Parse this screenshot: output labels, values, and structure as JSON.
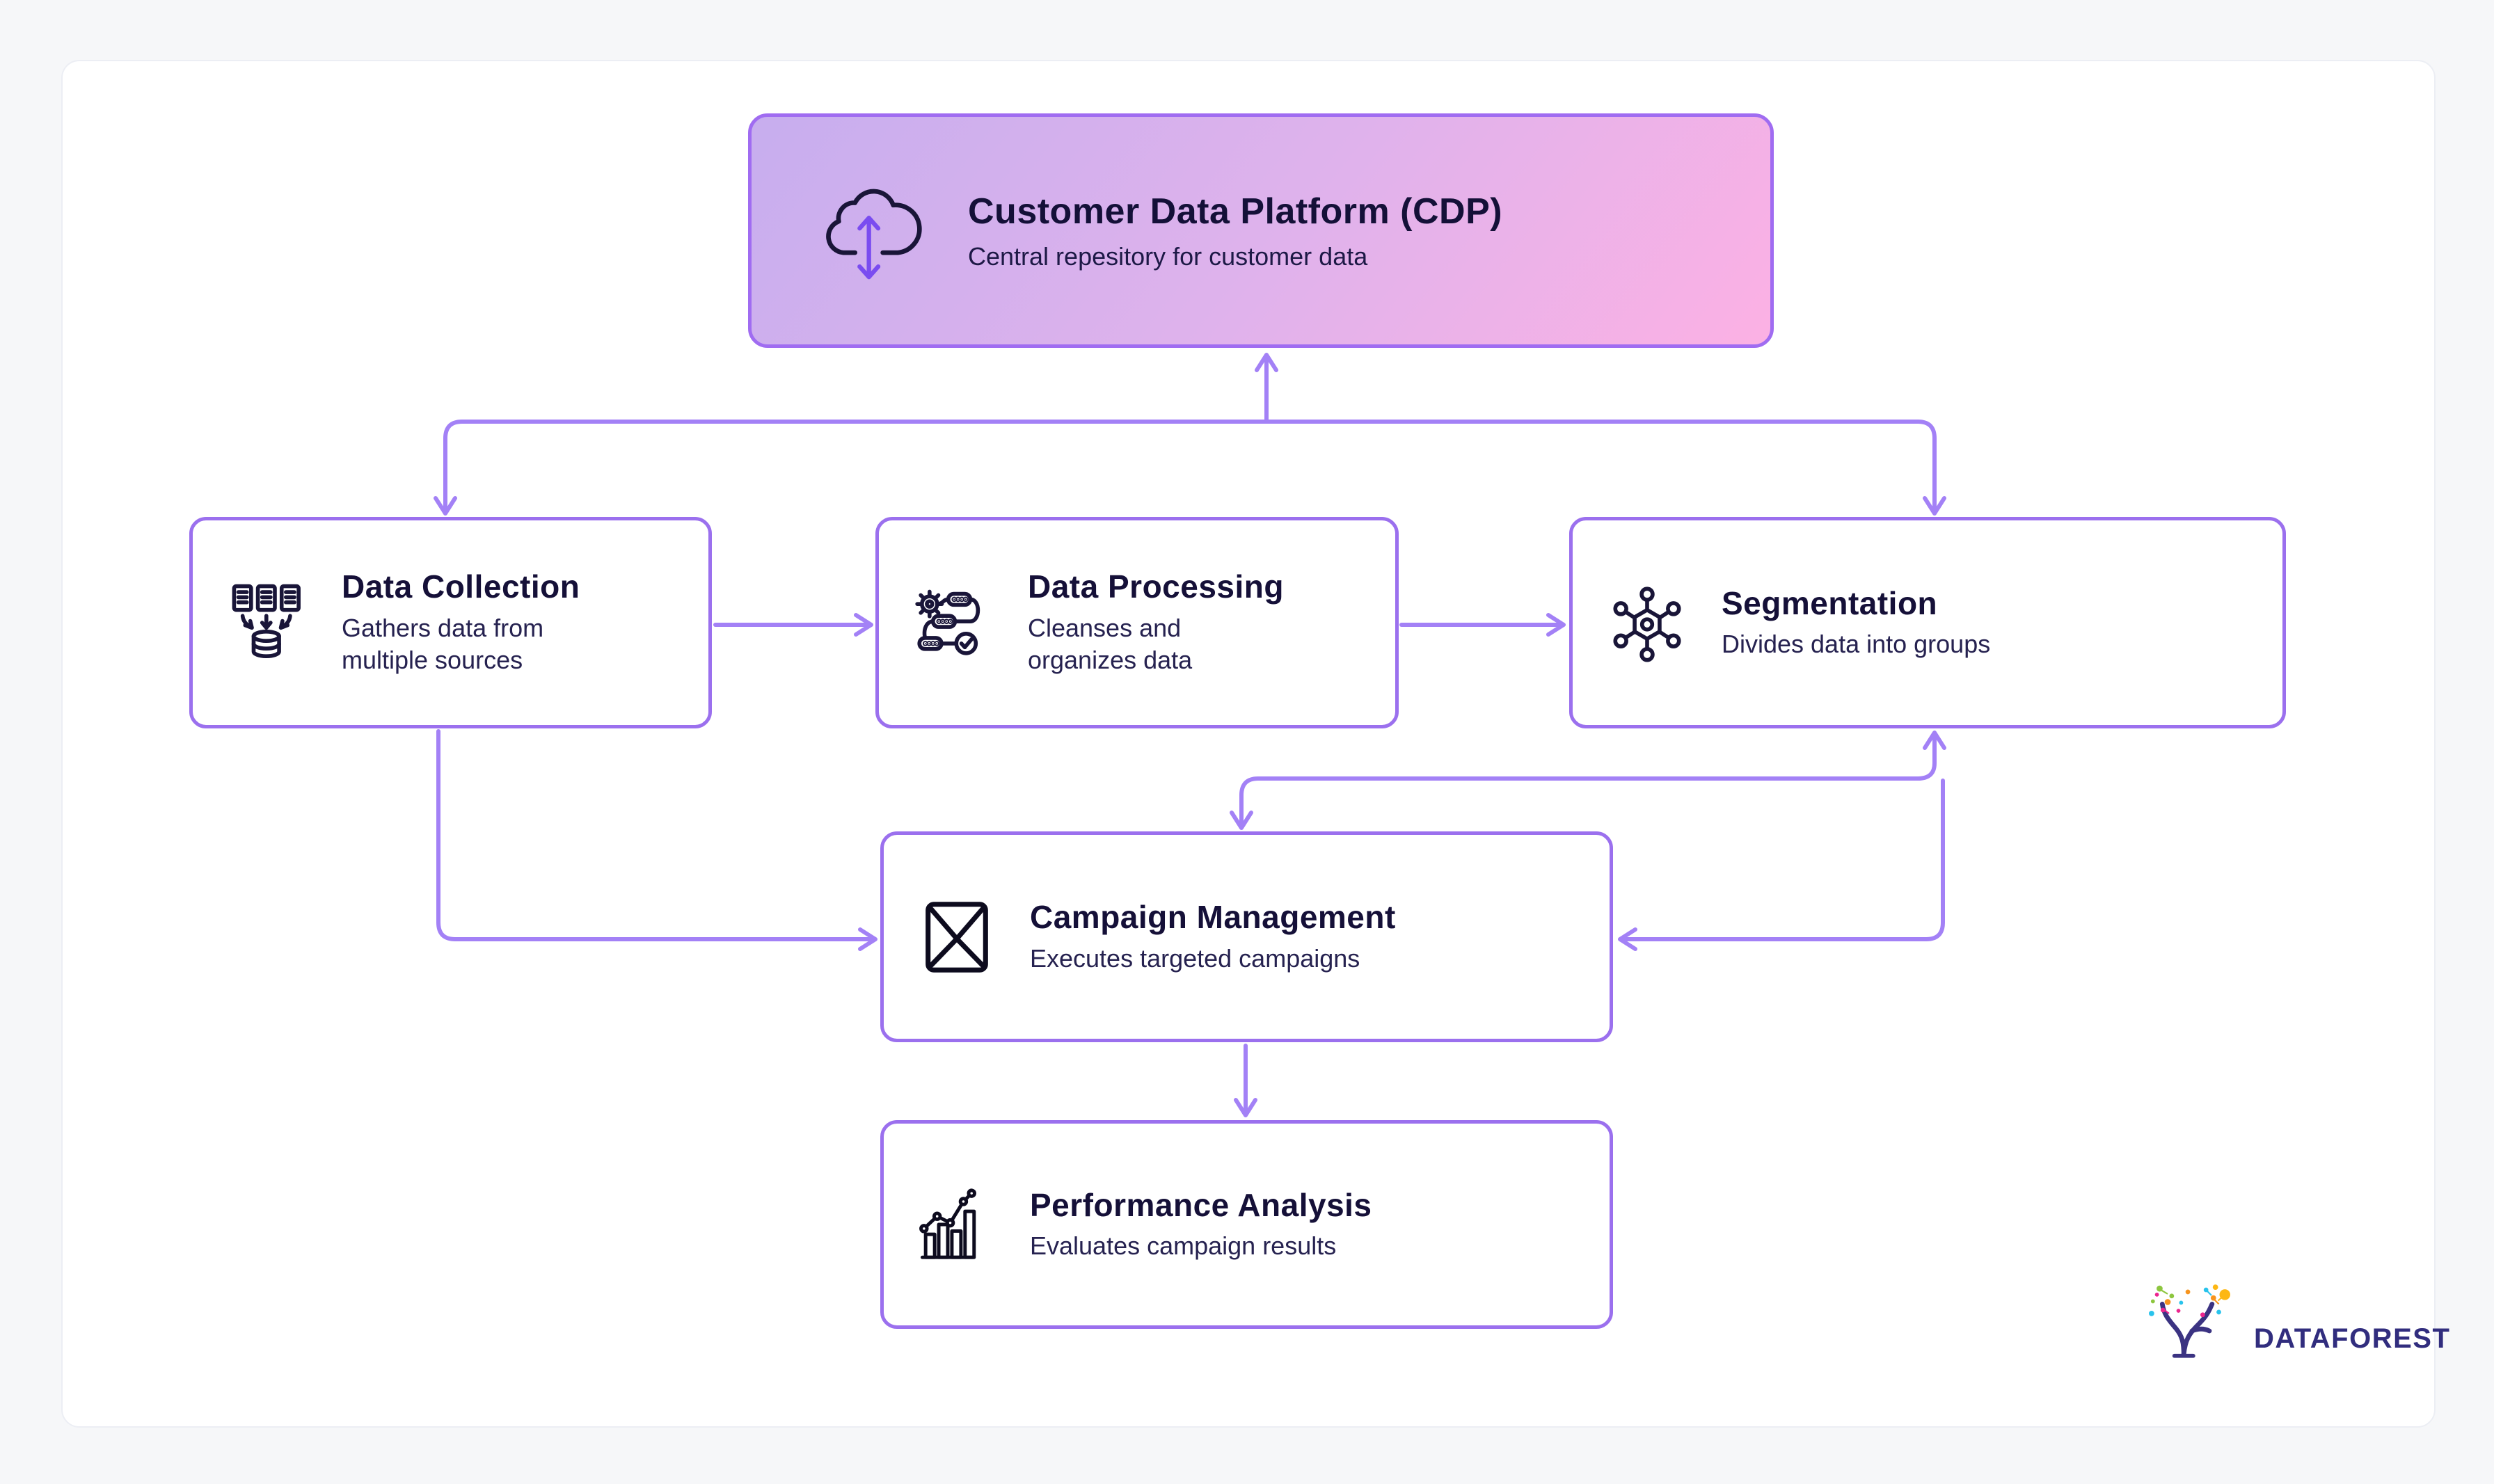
{
  "page": {
    "background_color": "#f6f7f9",
    "card_background_color": "#ffffff"
  },
  "colors": {
    "node_border_purple": "#9b70ee",
    "cdp_border_purple": "#a06cf1",
    "connector_purple": "#a381f6",
    "cdp_gradient_start": "#c7aeee",
    "cdp_gradient_end": "#fcb1e4",
    "title_text": "#151038",
    "subtitle_text": "#262250",
    "icon_stroke": "#191538",
    "cdp_arrow_purple": "#7a4cf0",
    "logo_text_color": "#312d7e",
    "logo_dot_colors": [
      "#8dc63f",
      "#f7941e",
      "#29c3ec",
      "#ec268f",
      "#fdb714"
    ]
  },
  "diagram": {
    "cdp": {
      "title": "Customer Data Platform (CDP)",
      "subtitle": "Central repesitory for customer data",
      "icon": "cloud-sync-icon"
    },
    "nodes": [
      {
        "id": "data-collection",
        "title": "Data Collection",
        "subtitle": "Gathers data from multiple sources",
        "icon": "documents-to-database-icon"
      },
      {
        "id": "data-processing",
        "title": "Data Processing",
        "subtitle": "Cleanses and organizes data",
        "icon": "gear-workflow-check-icon"
      },
      {
        "id": "segmentation",
        "title": "Segmentation",
        "subtitle": "Divides data into groups",
        "icon": "network-nodes-icon"
      },
      {
        "id": "campaign-management",
        "title": "Campaign Management",
        "subtitle": "Executes targeted campaigns",
        "icon": "envelope-icon"
      },
      {
        "id": "performance-analysis",
        "title": "Performance Analysis",
        "subtitle": "Evaluates campaign results",
        "icon": "bar-chart-trend-icon"
      }
    ],
    "edges": [
      {
        "from": "split-junction",
        "to": "cdp",
        "arrow": "up"
      },
      {
        "from": "cdp-split",
        "to": "data-collection",
        "arrow": "down"
      },
      {
        "from": "cdp-split",
        "to": "segmentation",
        "arrow": "down"
      },
      {
        "from": "data-collection",
        "to": "data-processing",
        "arrow": "right"
      },
      {
        "from": "data-processing",
        "to": "segmentation",
        "arrow": "right"
      },
      {
        "from": "data-collection",
        "to": "campaign-management",
        "arrow": "into-left-side"
      },
      {
        "from": "segmentation",
        "to": "campaign-management",
        "arrow": "bidirectional-vertical"
      },
      {
        "from": "segmentation",
        "to": "campaign-management",
        "arrow": "into-right-side"
      },
      {
        "from": "campaign-management",
        "to": "performance-analysis",
        "arrow": "down"
      }
    ]
  },
  "logo": {
    "text": "DATAFOREST"
  }
}
